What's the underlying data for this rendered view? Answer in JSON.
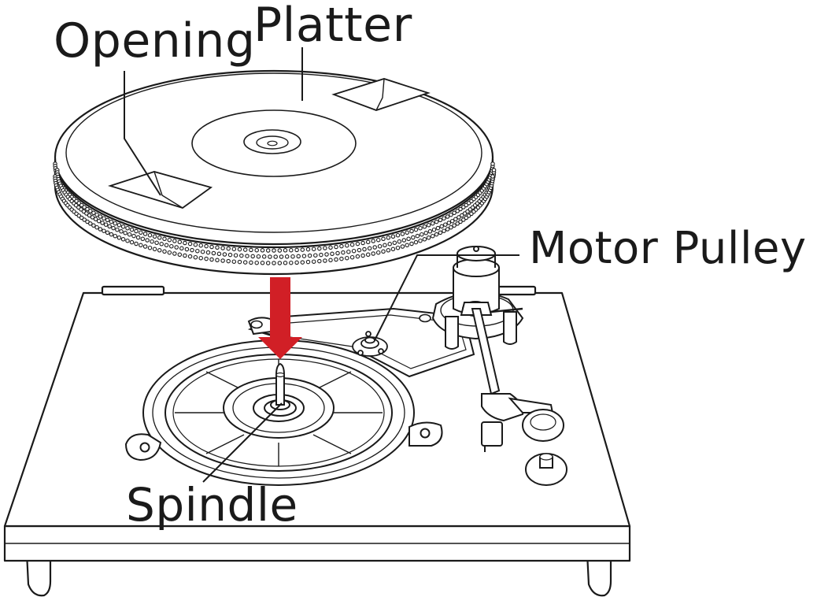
{
  "labels": {
    "opening": "Opening",
    "platter": "Platter",
    "motor_pulley": "Motor Pulley",
    "spindle": "Spindle"
  },
  "colors": {
    "line": "#1a1a1a",
    "arrow": "#d11f26",
    "fill": "#ffffff"
  },
  "icons": {
    "arrow": "down-arrow-icon"
  }
}
